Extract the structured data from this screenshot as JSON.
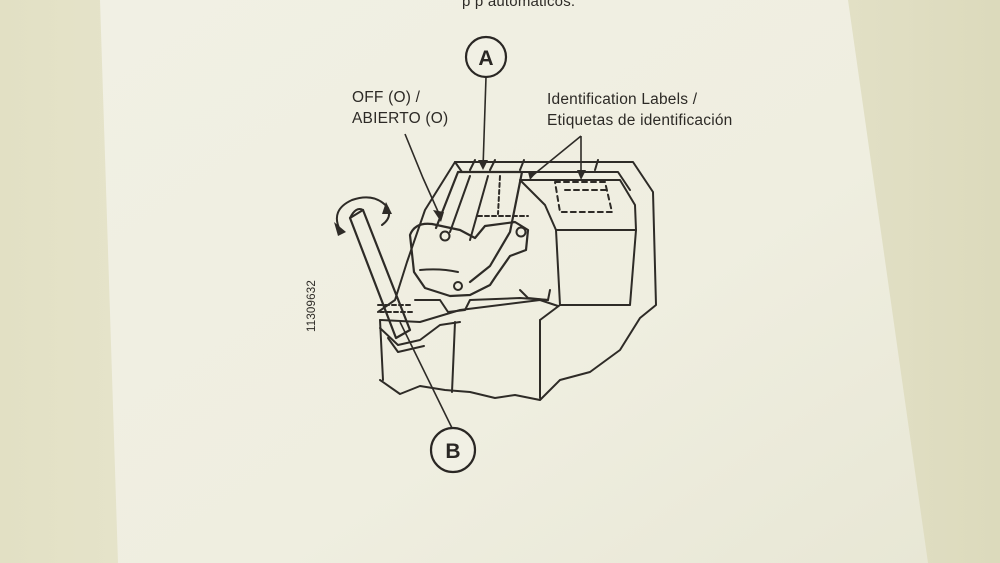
{
  "header_fragment": "p          p       automáticos.",
  "callouts": {
    "a": "A",
    "b": "B"
  },
  "labels": {
    "off_line1": "OFF (O) /",
    "off_line2": "ABIERTO (O)",
    "id_line1": "Identification Labels /",
    "id_line2": "Etiquetas de identificación"
  },
  "figure_number": "11309632",
  "colors": {
    "paper": "#efeee0",
    "backdrop": "#e4e2c8",
    "ink": "#2d2a26"
  }
}
